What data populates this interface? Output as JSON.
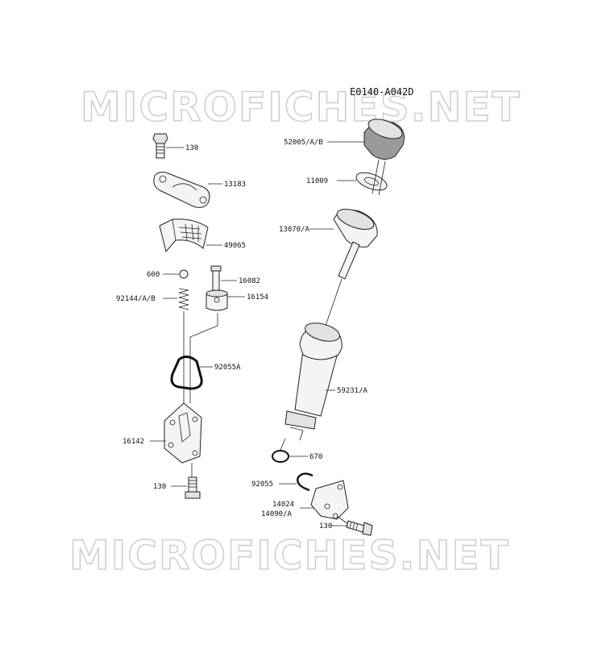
{
  "diagram_code": "E0140-A042D",
  "watermark": "MICROFICHES.NET",
  "parts": [
    {
      "id": "bolt-top",
      "label": "130"
    },
    {
      "id": "plate",
      "label": "13183"
    },
    {
      "id": "screen",
      "label": "49065"
    },
    {
      "id": "ball",
      "label": "600"
    },
    {
      "id": "valve",
      "label": "16082"
    },
    {
      "id": "spring",
      "label": "92144/A/B"
    },
    {
      "id": "rotor",
      "label": "16154"
    },
    {
      "id": "oring-large",
      "label": "92055A"
    },
    {
      "id": "pump-cover",
      "label": "16142"
    },
    {
      "id": "bolt-bottom",
      "label": "130"
    },
    {
      "id": "cap",
      "label": "52005/A/B"
    },
    {
      "id": "washer",
      "label": "11009"
    },
    {
      "id": "dipstick",
      "label": "13070/A"
    },
    {
      "id": "filler-tube",
      "label": "59231/A"
    },
    {
      "id": "oring-small",
      "label": "670"
    },
    {
      "id": "oring-mid",
      "label": "92055"
    },
    {
      "id": "bracket",
      "label": "14024"
    },
    {
      "id": "bracket-alt",
      "label": "14090/A"
    },
    {
      "id": "bolt-right",
      "label": "130"
    }
  ]
}
